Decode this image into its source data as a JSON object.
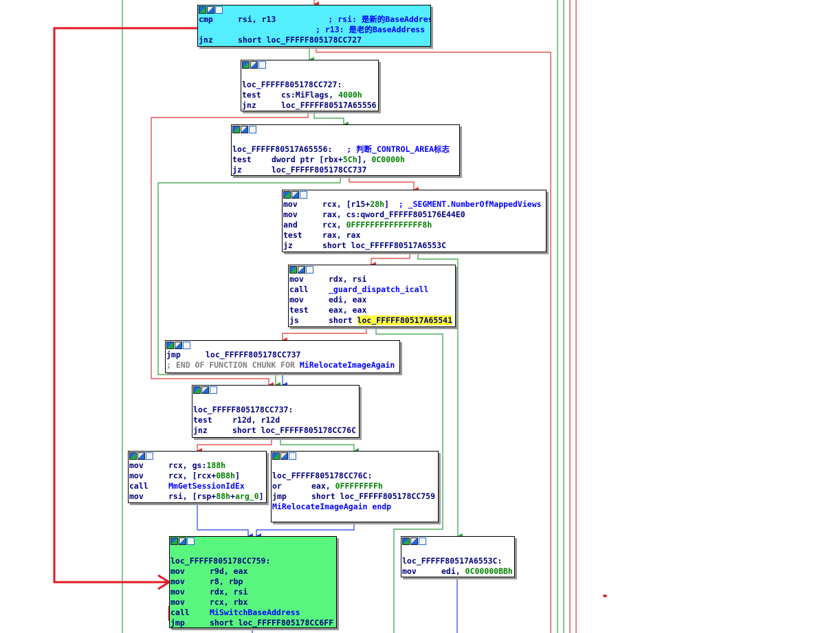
{
  "colors": {
    "true_edge": "#2e9e3e",
    "false_edge": "#e03535",
    "unconditional_edge": "#1f3fe0",
    "annotation": "#e01b24",
    "highlight": "#ffff33",
    "node_cyan": "#55eeff",
    "node_green": "#59f67f"
  },
  "header_icons": [
    "graph-node-color-icon",
    "graph-node-rename-icon",
    "graph-node-group-icon"
  ],
  "nodes": {
    "n1": {
      "l0": {
        "m": "cmp",
        "o": "rsi, r13",
        "c": "; rsi: 是新的BaseAddress"
      },
      "l1": {
        "c": "; r13: 是老的BaseAddress"
      },
      "l2": {
        "m": "jnz",
        "o": "short loc_FFFFF805178CC727"
      }
    },
    "n2": {
      "label": "loc_FFFFF805178CC727:",
      "l0": {
        "m": "test",
        "o": "cs:MiFlags, ",
        "n": "4000h"
      },
      "l1": {
        "m": "jnz",
        "o": "loc_FFFFF80517A65556"
      }
    },
    "n3": {
      "label": "loc_FFFFF80517A65556:",
      "label_c": "; 判断_CONTROL_AREA标志",
      "l0": {
        "m": "test",
        "o": "dword ptr [rbx+",
        "n": "5Ch",
        "o2": "], ",
        "n2": "0C0000h"
      },
      "l1": {
        "m": "jz",
        "o": "loc_FFFFF805178CC737"
      }
    },
    "n4": {
      "l0": {
        "m": "mov",
        "o": "rcx, [r15+",
        "n": "28h",
        "o2": "]",
        "c": "; _SEGMENT.NumberOfMappedViews"
      },
      "l1": {
        "m": "mov",
        "o": "rax, cs:qword_FFFFF805176E44E0"
      },
      "l2": {
        "m": "and",
        "o": "rcx, ",
        "n": "0FFFFFFFFFFFFFFF8h"
      },
      "l3": {
        "m": "test",
        "o": "rax, rax"
      },
      "l4": {
        "m": "jz",
        "o": "short loc_FFFFF80517A6553C"
      }
    },
    "n5": {
      "l0": {
        "m": "mov",
        "o": "rdx, rsi"
      },
      "l1": {
        "m": "call",
        "o": "_guard_dispatch_icall"
      },
      "l2": {
        "m": "mov",
        "o": "edi, eax"
      },
      "l3": {
        "m": "test",
        "o": "eax, eax"
      },
      "l4": {
        "m": "js",
        "o": "short ",
        "h": "loc_FFFFF80517A65541"
      }
    },
    "n6": {
      "l0": {
        "m": "jmp",
        "o": "loc_FFFFF805178CC737"
      },
      "l1": {
        "g": "; END OF FUNCTION CHUNK FOR ",
        "c": "MiRelocateImageAgain"
      }
    },
    "n7": {
      "label": "loc_FFFFF805178CC737:",
      "l0": {
        "m": "test",
        "o": "r12d, r12d"
      },
      "l1": {
        "m": "jnz",
        "o": "short loc_FFFFF805178CC76C"
      }
    },
    "n8": {
      "l0": {
        "m": "mov",
        "o": "rcx, gs:",
        "n": "188h"
      },
      "l1": {
        "m": "mov",
        "o": "rcx, [rcx+",
        "n": "0B8h",
        "o2": "]"
      },
      "l2": {
        "m": "call",
        "c": "MmGetSessionIdEx"
      },
      "l3": {
        "m": "mov",
        "o": "rsi, [rsp+",
        "n": "88h",
        "o2": "+",
        "n2": "arg_0",
        "o3": "]"
      }
    },
    "n9": {
      "label": "loc_FFFFF805178CC76C:",
      "l0": {
        "m": "or",
        "o": "eax, ",
        "n": "0FFFFFFFFh"
      },
      "l1": {
        "m": "jmp",
        "o": "short loc_FFFFF805178CC759"
      },
      "l2": {
        "c": "MiRelocateImageAgain endp"
      }
    },
    "n10": {
      "label": "loc_FFFFF805178CC759:",
      "l0": {
        "m": "mov",
        "o": "r9d, eax"
      },
      "l1": {
        "m": "mov",
        "o": "r8, rbp"
      },
      "l2": {
        "m": "mov",
        "o": "rdx, rsi"
      },
      "l3": {
        "m": "mov",
        "o": "rcx, rbx"
      },
      "l4": {
        "m": "call",
        "c": "MiSwitchBaseAddress"
      },
      "l5": {
        "m": "jmp",
        "o": "short loc_FFFFF805178CC6FF"
      }
    },
    "n11": {
      "label": "loc_FFFFF80517A6553C:",
      "l0": {
        "m": "mov",
        "o": "edi, ",
        "n": "0C00000BBh"
      }
    }
  }
}
